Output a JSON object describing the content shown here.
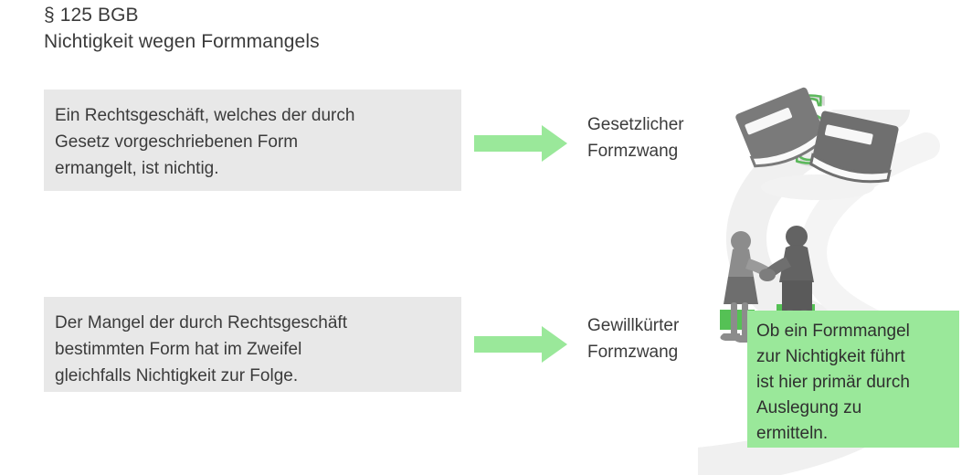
{
  "slide": {
    "title": {
      "lines": [
        "§ 125 BGB",
        "Nichtigkeit wegen Formmangels"
      ]
    },
    "statements": [
      {
        "id": "statement-1",
        "lines": [
          "Ein Rechtsgeschäft, welches der durch",
          "Gesetz vorgeschriebenen Form",
          "ermangelt, ist nichtig."
        ]
      },
      {
        "id": "statement-2",
        "lines": [
          "Der Mangel der durch Rechtsgeschäft",
          "bestimmten Form hat im Zweifel",
          "gleichfalls Nichtigkeit zur Folge."
        ]
      }
    ],
    "arrow_labels": [
      {
        "id": "label-1",
        "lines": [
          "Gesetzlicher",
          "Formzwang"
        ]
      },
      {
        "id": "label-2",
        "lines": [
          "Gewillkürter",
          "Formzwang"
        ]
      }
    ],
    "callout": {
      "lines": [
        "Ob ein Formmangel",
        "zur Nichtigkeit führt",
        "ist hier primär durch",
        "Auslegung zu",
        "ermitteln."
      ]
    },
    "illustrations": [
      {
        "id": "law-books-illustration",
        "name": "law-books-with-paragraph-symbol"
      },
      {
        "id": "handshake-illustration",
        "name": "two-people-shaking-hands"
      },
      {
        "id": "background-watermark",
        "name": "swoosh-watermark"
      }
    ],
    "colors": {
      "arrow_green": "#9ae89a",
      "callout_green": "#9ae89a",
      "statement_gray": "#e8e8e8",
      "text_dark": "#3b3b3b",
      "illustration_gray": "#7a7a7a",
      "paragraph_green": "#5cb85c",
      "page_background": "#ffffff"
    }
  }
}
